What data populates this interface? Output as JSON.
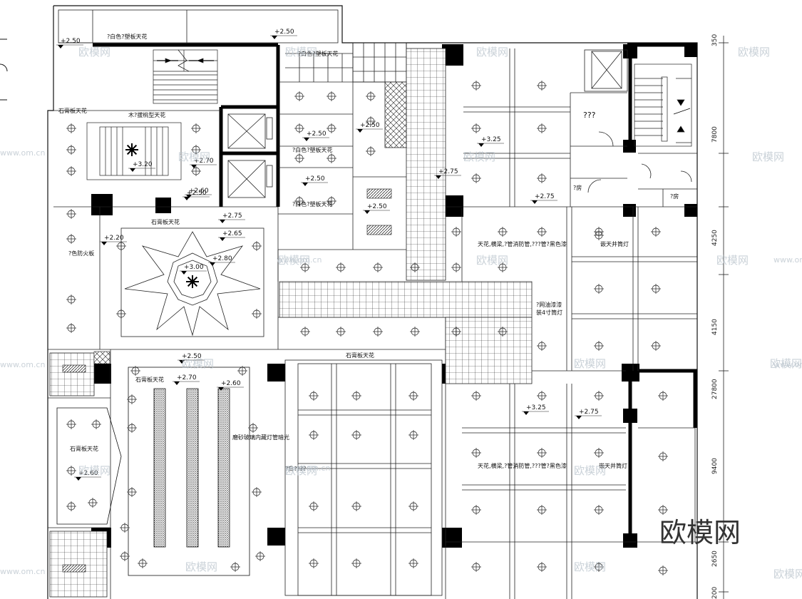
{
  "labels": {
    "white_board_top": "?白色?塑板天花",
    "white_board_top2": "?白色?塑板天花",
    "wood_grille": "木?拔桃型天花",
    "gypsum_1": "石膏板天花",
    "gypsum_2": "石膏板天花",
    "gypsum_3": "石膏板天花",
    "gypsum_4": "石膏板天花",
    "gypsum_5": "石膏板天花",
    "white_board_mid": "?白色?塑板天花",
    "white_board_mid2": "?白色?塑板天花",
    "fire_board": "?色防火板",
    "unknown_room": "???",
    "room_a": "?房",
    "room_b": "?房",
    "ceiling_exposed_1": "天花,横梁,?管消防管,???管?黑色漆",
    "ceiling_exposed_2": "天花,横梁,?管消防管,???管?黑色漆",
    "hang_light_1": "嵌天井筒灯",
    "hang_light_2": "嵌天井筒灯",
    "grid_note_1": "?网油漆漆",
    "grid_note_2": "装4寸筒灯",
    "frosted_glass": "磨砂玻璃内藏灯管暗光",
    "misc_note": "?白????"
  },
  "elevations": [
    "+2.50",
    "+2.50",
    "+2.50",
    "+2.50",
    "+2.50",
    "+2.50",
    "+2.50",
    "+2.50",
    "+2.70",
    "+2.60",
    "+3.20",
    "+2.20",
    "+2.65",
    "+2.80",
    "+3.00",
    "+3.25",
    "+2.75",
    "+2.75",
    "+2.75",
    "+2.70",
    "+2.60",
    "+2.60",
    "+3.25",
    "+2.75"
  ],
  "dimensions": [
    "350",
    "7800",
    "4250",
    "4150",
    "27800",
    "9400",
    "2650",
    "200"
  ],
  "watermark": "欧模网",
  "watermark_url": "www.om.cn",
  "brand": "欧模网"
}
